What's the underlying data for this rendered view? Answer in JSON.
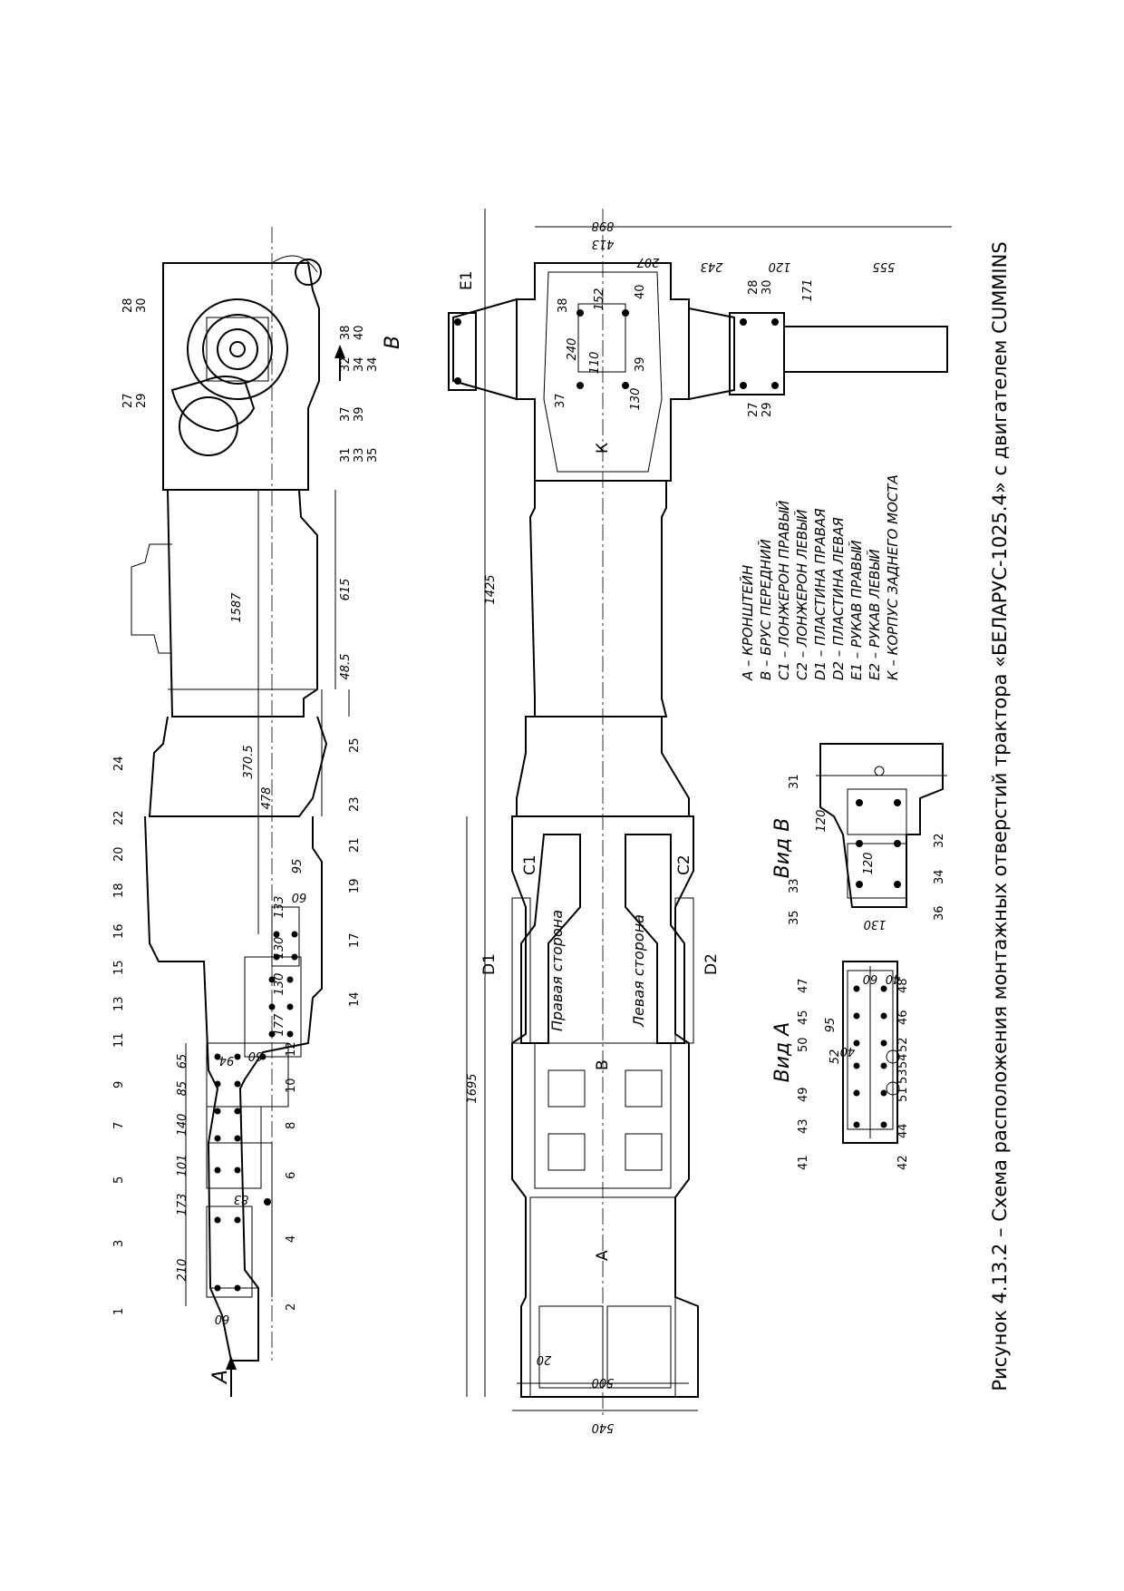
{
  "caption": "Рисунок 4.13.2 – Схема расположения монтажных отверстий трактора «БЕЛАРУС-1025.4» с двигателем CUMMINS",
  "legend": [
    "А – КРОНШТЕЙН",
    "В – БРУС ПЕРЕДНИЙ",
    "С1 – ЛОНЖЕРОН ПРАВЫЙ",
    "С2 – ЛОНЖЕРОН ЛЕВЫЙ",
    "D1 – ПЛАСТИНА ПРАВАЯ",
    "D2 – ПЛАСТИНА ЛЕВАЯ",
    "Е1 – РУКАВ ПРАВЫЙ",
    "Е2 – РУКАВ ЛЕВЫЙ",
    "К – КОРПУС ЗАДНЕГО МОСТА"
  ],
  "views": {
    "view_a": "Вид А",
    "view_b": "Вид В"
  },
  "arrows": {
    "a": "А",
    "b": "В"
  },
  "side_labels": {
    "right": "Правая сторона",
    "left": "Левая сторона"
  },
  "part_labels": {
    "a": "А",
    "b": "В",
    "k": "К",
    "c1": "С1",
    "c2": "С2",
    "d1": "D1",
    "d2": "D2",
    "e1": "Е1"
  },
  "side_view": {
    "dims": [
      "60",
      "210",
      "173",
      "83",
      "101",
      "140",
      "85",
      "65",
      "94",
      "60",
      "177",
      "130",
      "130",
      "133",
      "60",
      "95",
      "478",
      "370.5",
      "1587",
      "615",
      "48.5"
    ],
    "callouts": [
      "1",
      "2",
      "3",
      "4",
      "5",
      "6",
      "7",
      "8",
      "9",
      "10",
      "11",
      "12",
      "13",
      "14",
      "15",
      "16",
      "17",
      "18",
      "19",
      "20",
      "21",
      "22",
      "23",
      "24",
      "25"
    ],
    "stacked": [
      {
        "top": "27",
        "bottom": "29"
      },
      {
        "top": "28",
        "bottom": "30"
      },
      {
        "top": "31",
        "mid": "33",
        "bottom": "35"
      },
      {
        "top": "32",
        "mid": "34",
        "bottom": "34"
      },
      {
        "top": "37",
        "bottom": "39"
      },
      {
        "top": "38",
        "bottom": "40"
      }
    ]
  },
  "top_view": {
    "dims": [
      "1695",
      "1425",
      "898",
      "413",
      "207",
      "243",
      "120",
      "555",
      "171",
      "240",
      "152",
      "110",
      "130",
      "500",
      "540",
      "20"
    ],
    "callouts": [
      "37",
      "38",
      "39",
      "40",
      "27",
      "28",
      "29",
      "30"
    ]
  },
  "view_a_detail": {
    "callouts": [
      "41",
      "42",
      "43",
      "44",
      "45",
      "46",
      "47",
      "48",
      "49",
      "50",
      "51",
      "52",
      "53",
      "54"
    ],
    "dims": [
      "60",
      "95",
      "40",
      "52",
      "40"
    ]
  },
  "view_b_detail": {
    "callouts": [
      "31",
      "32",
      "33",
      "34",
      "35",
      "36"
    ],
    "dims": [
      "120",
      "120",
      "130"
    ]
  }
}
